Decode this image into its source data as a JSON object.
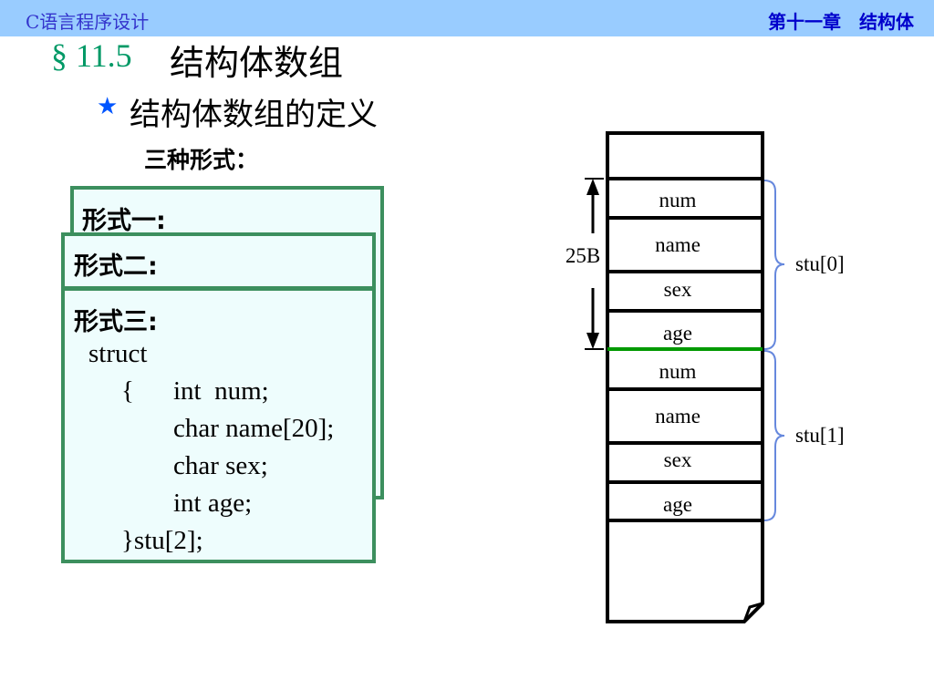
{
  "header": {
    "course": "C语言程序设计",
    "chapter": "第十一章　结构体"
  },
  "section": {
    "number": "§ 11.5",
    "title": "结构体数组"
  },
  "bullet": {
    "icon": "star-icon",
    "text": "结构体数组的定义"
  },
  "subheading": "三种形式：",
  "forms": {
    "form1_label": "形式一:",
    "form2_label": "形式二:",
    "form3_label": "形式三:",
    "code_lines": [
      "struct",
      "{",
      "int  num;",
      "char name[20];",
      "char sex;",
      "int age;",
      "}stu[2];"
    ]
  },
  "memory": {
    "size_label": "25B",
    "fields": [
      "num",
      "name",
      "sex",
      "age",
      "num",
      "name",
      "sex",
      "age"
    ],
    "groups": [
      "stu[0]",
      "stu[1]"
    ]
  },
  "colors": {
    "header_bg": "#99ccff",
    "card_bg": "#eefdfd",
    "card_border": "#3c8f5e",
    "section_color": "#009966",
    "divider_green": "#009900",
    "brace_blue": "#6688dd"
  }
}
